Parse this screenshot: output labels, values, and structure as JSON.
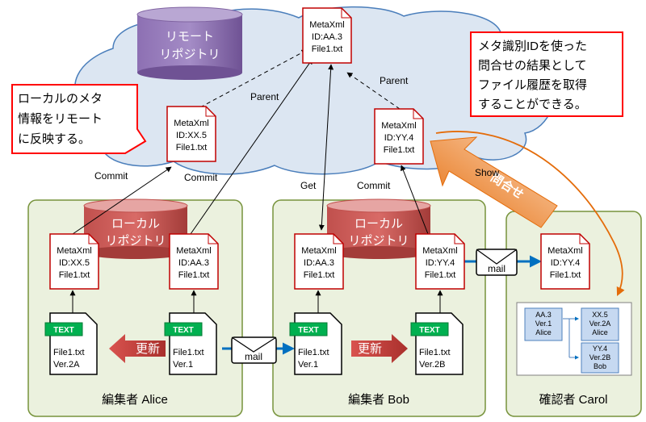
{
  "remote_repo": {
    "line1": "リモート",
    "line2": "リポジトリ"
  },
  "local_repo": {
    "line1": "ローカル",
    "line2": "リポジトリ"
  },
  "callouts": {
    "left": {
      "line1": "ローカルのメタ",
      "line2": "情報をリモート",
      "line3": "に反映する。"
    },
    "right": {
      "line1": "メタ識別IDを使った",
      "line2": "問合せの結果として",
      "line3": "ファイル履歴を取得",
      "line4": "することができる。"
    }
  },
  "metaxml": {
    "remote_aa3": {
      "l1": "MetaXml",
      "l2": "ID:AA.3",
      "l3": "File1.txt"
    },
    "remote_xx5": {
      "l1": "MetaXml",
      "l2": "ID:XX.5",
      "l3": "File1.txt"
    },
    "remote_yy4": {
      "l1": "MetaXml",
      "l2": "ID:YY.4",
      "l3": "File1.txt"
    },
    "alice_xx5": {
      "l1": "MetaXml",
      "l2": "ID:XX.5",
      "l3": "File1.txt"
    },
    "alice_aa3": {
      "l1": "MetaXml",
      "l2": "ID:AA.3",
      "l3": "File1.txt"
    },
    "bob_aa3": {
      "l1": "MetaXml",
      "l2": "ID:AA.3",
      "l3": "File1.txt"
    },
    "bob_yy4": {
      "l1": "MetaXml",
      "l2": "ID:YY.4",
      "l3": "File1.txt"
    },
    "carol_yy4": {
      "l1": "MetaXml",
      "l2": "ID:YY.4",
      "l3": "File1.txt"
    }
  },
  "textfiles": {
    "tag": "TEXT",
    "alice_v2a": {
      "l1": "File1.txt",
      "l2": "Ver.2A"
    },
    "alice_v1": {
      "l1": "File1.txt",
      "l2": "Ver.1"
    },
    "bob_v1": {
      "l1": "File1.txt",
      "l2": "Ver.1"
    },
    "bob_v2b": {
      "l1": "File1.txt",
      "l2": "Ver.2B"
    }
  },
  "labels": {
    "parent_left": "Parent",
    "parent_right": "Parent",
    "commit_alice1": "Commit",
    "commit_alice2": "Commit",
    "get": "Get",
    "commit_bob": "Commit",
    "show": "Show",
    "query": "問合せ",
    "update": "更新",
    "mail": "mail"
  },
  "panels": {
    "alice": "編集者 Alice",
    "bob": "編集者 Bob",
    "carol": "確認者 Carol"
  },
  "history": {
    "aa3": {
      "l1": "AA.3",
      "l2": "Ver.1",
      "l3": "Alice"
    },
    "xx5": {
      "l1": "XX.5",
      "l2": "Ver.2A",
      "l3": "Alice"
    },
    "yy4": {
      "l1": "YY.4",
      "l2": "Ver.2B",
      "l3": "Bob"
    }
  },
  "colors": {
    "panel_bg": "#ebf1de",
    "panel_border": "#77933c",
    "cloud": "#dce6f2",
    "remote_repo": "#8064a2",
    "local_repo": "#c0504d",
    "doc_border": "#c00000",
    "text_tag": "#00b050",
    "blue_arrow": "#0070c0",
    "update_arrow": "#c0504d",
    "query_arrow": "#f79646"
  }
}
